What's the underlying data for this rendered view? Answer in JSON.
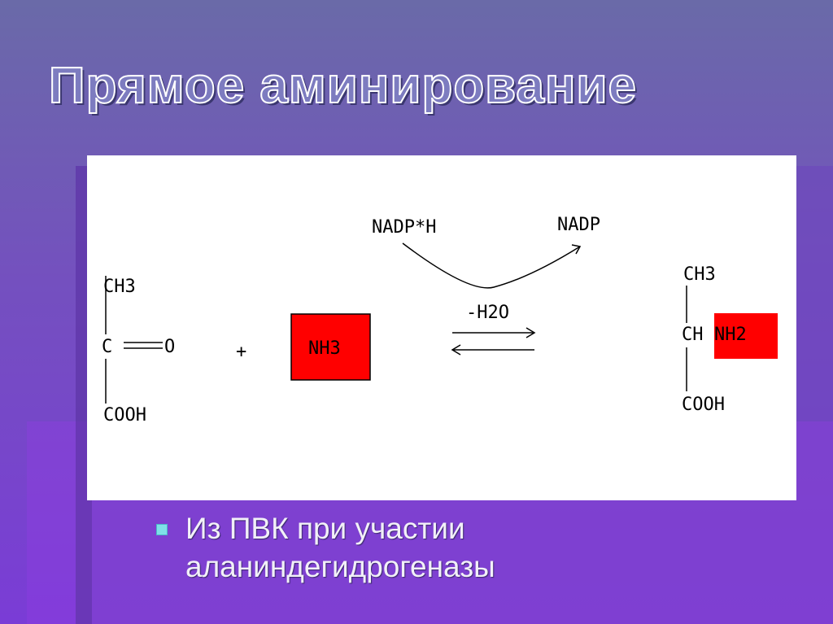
{
  "slide": {
    "title": "Прямое аминирование",
    "bullet": "Из ПВК при участии аланиндегидрогеназы"
  },
  "reaction": {
    "cofactor_in": "NADP*H",
    "cofactor_out": "NADP",
    "reactant": {
      "top": "CH3",
      "middle_c": "C",
      "middle_o": "O",
      "bottom": "COOH"
    },
    "plus": "+",
    "reagent": "NH3",
    "condition": "-H2O",
    "product": {
      "top": "CH3",
      "middle_c": "CH",
      "amino": "NH2",
      "bottom": "COOH"
    },
    "highlight_color": "#ff0000"
  }
}
